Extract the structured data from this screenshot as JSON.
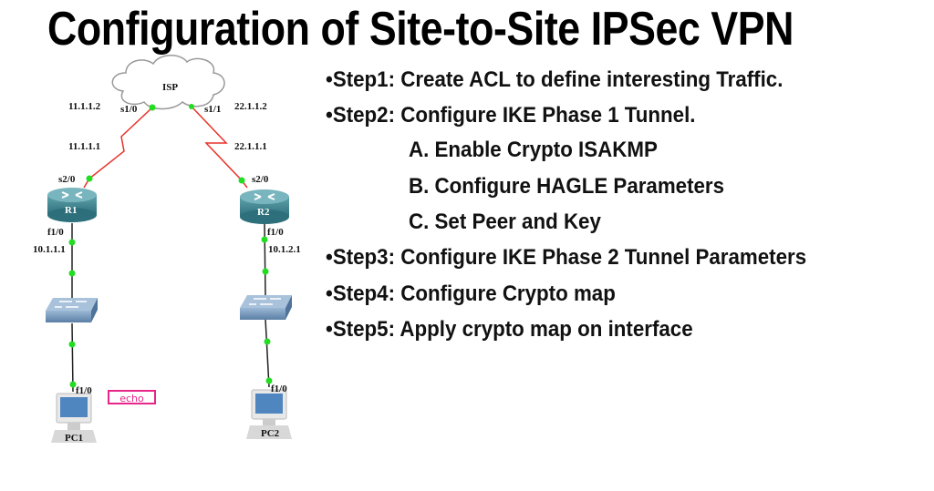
{
  "title": "Configuration of Site-to-Site IPSec VPN",
  "diagram": {
    "isp": "ISP",
    "r1": "R1",
    "r2": "R2",
    "pc1": "PC1",
    "pc2": "PC2",
    "labels": {
      "isp_r1_ip": "11.1.1.2",
      "isp_s10": "s1/0",
      "isp_s11": "s1/1",
      "isp_r2_ip": "22.1.1.2",
      "r1_serial_ip": "11.1.1.1",
      "r2_serial_ip": "22.1.1.1",
      "r1_s20": "s2/0",
      "r2_s20": "s2/0",
      "r1_f10": "f1/0",
      "r1_lan_ip": "10.1.1.1",
      "r2_f10": "f1/0",
      "r2_lan_ip": "10.1.2.1",
      "pc1_f10": "f1/0",
      "pc2_f10": "f1/0"
    },
    "annotation": "echo",
    "colors": {
      "serial_link": "#e8322a",
      "port": "#22dd22",
      "annotation": "#e8268a"
    }
  },
  "steps": [
    "•Step1: Create ACL to define interesting Traffic.",
    "•Step2: Configure IKE Phase 1 Tunnel.",
    "A. Enable Crypto ISAKMP",
    "B. Configure HAGLE Parameters",
    "C. Set Peer and Key",
    "•Step3: Configure IKE Phase 2 Tunnel Parameters",
    "•Step4: Configure Crypto map",
    "•Step5: Apply crypto map on interface"
  ]
}
